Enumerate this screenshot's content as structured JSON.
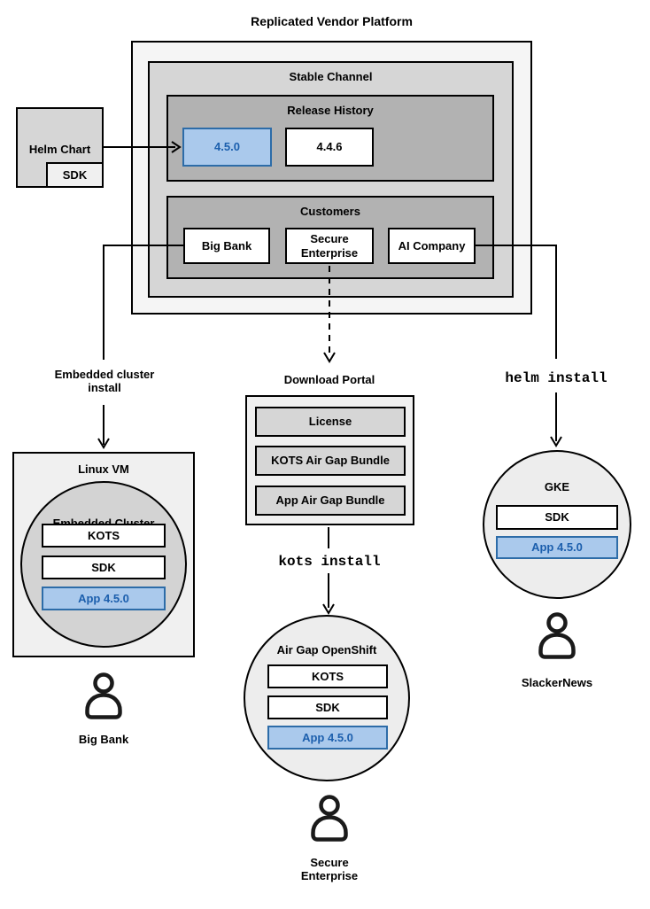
{
  "title": "Replicated Vendor Platform",
  "platform": {
    "stable_channel": "Stable Channel",
    "release_history": {
      "label": "Release History",
      "current_version": "4.5.0",
      "previous_version": "4.4.6"
    },
    "customers": {
      "label": "Customers",
      "items": [
        "Big Bank",
        "Secure Enterprise",
        "AI Company"
      ]
    }
  },
  "helm_chart": {
    "label": "Helm Chart",
    "sdk": "SDK"
  },
  "embedded_flow": {
    "install_label": "Embedded cluster install",
    "vm_label": "Linux VM",
    "cluster_label": "Embedded Cluster",
    "kots": "KOTS",
    "sdk": "SDK",
    "app": "App 4.5.0",
    "persona": "Big Bank"
  },
  "airgap_flow": {
    "portal_label": "Download Portal",
    "portal_items": [
      "License",
      "KOTS Air Gap Bundle",
      "App Air Gap Bundle"
    ],
    "command": "kots install",
    "cluster_label": "Air Gap OpenShift",
    "kots": "KOTS",
    "sdk": "SDK",
    "app": "App 4.5.0",
    "persona": "Secure Enterprise"
  },
  "helm_flow": {
    "command": "helm install",
    "cluster_label": "GKE",
    "sdk": "SDK",
    "app": "App 4.5.0",
    "persona": "SlackerNews"
  },
  "colors": {
    "highlight_fill": "#aac9ec",
    "highlight_border": "#2d6ca8",
    "highlight_text": "#1c5fad"
  }
}
